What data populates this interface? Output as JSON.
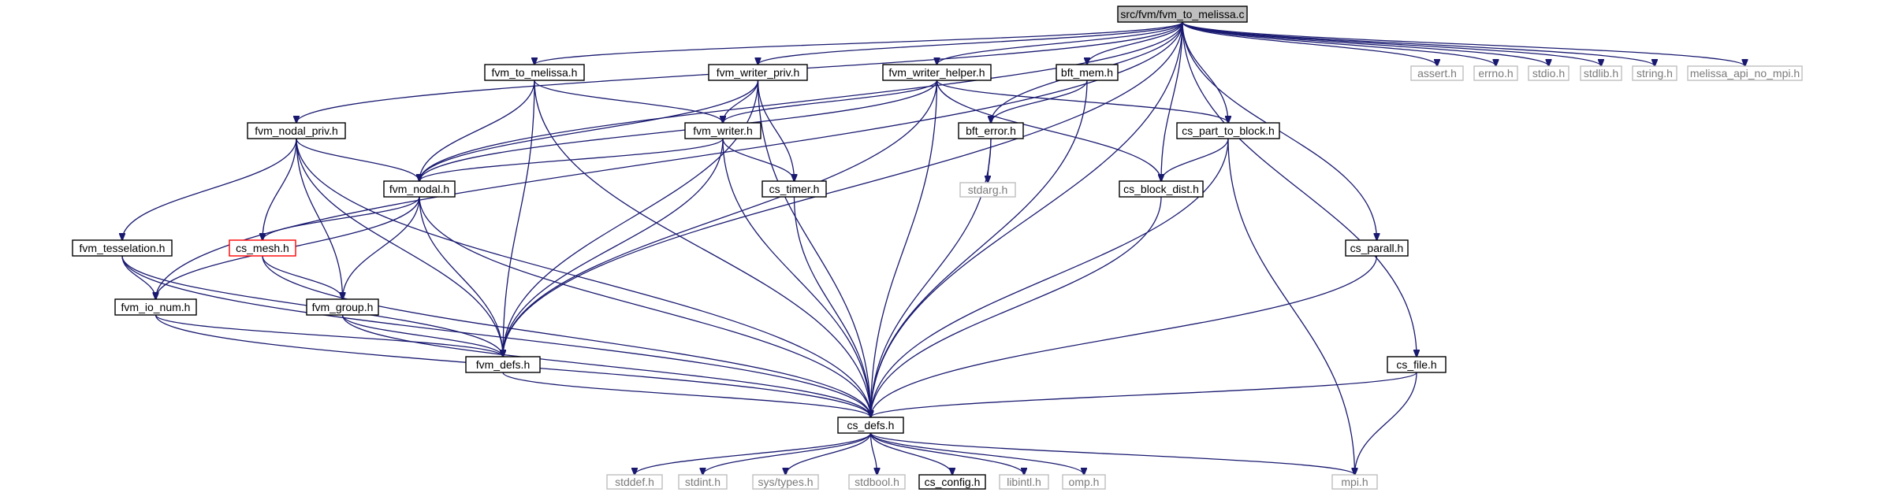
{
  "graph": {
    "nodes": [
      {
        "id": "root",
        "label": "src/fvm/fvm_to_melissa.c",
        "kind": "root"
      },
      {
        "id": "to_melissa",
        "label": "fvm_to_melissa.h",
        "kind": "doc"
      },
      {
        "id": "writer_priv",
        "label": "fvm_writer_priv.h",
        "kind": "doc"
      },
      {
        "id": "writer_helper",
        "label": "fvm_writer_helper.h",
        "kind": "doc"
      },
      {
        "id": "bft_mem",
        "label": "bft_mem.h",
        "kind": "doc"
      },
      {
        "id": "assert",
        "label": "assert.h",
        "kind": "ext"
      },
      {
        "id": "errno",
        "label": "errno.h",
        "kind": "ext"
      },
      {
        "id": "stdio",
        "label": "stdio.h",
        "kind": "ext"
      },
      {
        "id": "stdlib",
        "label": "stdlib.h",
        "kind": "ext"
      },
      {
        "id": "string",
        "label": "string.h",
        "kind": "ext"
      },
      {
        "id": "melissa",
        "label": "melissa_api_no_mpi.h",
        "kind": "ext"
      },
      {
        "id": "nodal_priv",
        "label": "fvm_nodal_priv.h",
        "kind": "doc"
      },
      {
        "id": "writer",
        "label": "fvm_writer.h",
        "kind": "doc"
      },
      {
        "id": "bft_error",
        "label": "bft_error.h",
        "kind": "doc"
      },
      {
        "id": "part_to_block",
        "label": "cs_part_to_block.h",
        "kind": "doc"
      },
      {
        "id": "nodal",
        "label": "fvm_nodal.h",
        "kind": "doc"
      },
      {
        "id": "timer",
        "label": "cs_timer.h",
        "kind": "doc"
      },
      {
        "id": "stdarg",
        "label": "stdarg.h",
        "kind": "ext"
      },
      {
        "id": "block_dist",
        "label": "cs_block_dist.h",
        "kind": "doc"
      },
      {
        "id": "tesselation",
        "label": "fvm_tesselation.h",
        "kind": "doc"
      },
      {
        "id": "mesh",
        "label": "cs_mesh.h",
        "kind": "trunc"
      },
      {
        "id": "parall",
        "label": "cs_parall.h",
        "kind": "doc"
      },
      {
        "id": "io_num",
        "label": "fvm_io_num.h",
        "kind": "doc"
      },
      {
        "id": "group",
        "label": "fvm_group.h",
        "kind": "doc"
      },
      {
        "id": "defs",
        "label": "fvm_defs.h",
        "kind": "doc"
      },
      {
        "id": "file",
        "label": "cs_file.h",
        "kind": "doc"
      },
      {
        "id": "cs_defs",
        "label": "cs_defs.h",
        "kind": "doc"
      },
      {
        "id": "stddef",
        "label": "stddef.h",
        "kind": "ext"
      },
      {
        "id": "stdint",
        "label": "stdint.h",
        "kind": "ext"
      },
      {
        "id": "systypes",
        "label": "sys/types.h",
        "kind": "ext"
      },
      {
        "id": "stdbool",
        "label": "stdbool.h",
        "kind": "ext"
      },
      {
        "id": "config",
        "label": "cs_config.h",
        "kind": "doc"
      },
      {
        "id": "libintl",
        "label": "libintl.h",
        "kind": "ext"
      },
      {
        "id": "omp",
        "label": "omp.h",
        "kind": "ext"
      },
      {
        "id": "mpi",
        "label": "mpi.h",
        "kind": "ext"
      }
    ],
    "edges": [
      [
        "root",
        "to_melissa"
      ],
      [
        "root",
        "writer_priv"
      ],
      [
        "root",
        "writer_helper"
      ],
      [
        "root",
        "bft_mem"
      ],
      [
        "root",
        "assert"
      ],
      [
        "root",
        "errno"
      ],
      [
        "root",
        "stdio"
      ],
      [
        "root",
        "stdlib"
      ],
      [
        "root",
        "string"
      ],
      [
        "root",
        "melissa"
      ],
      [
        "root",
        "nodal_priv"
      ],
      [
        "root",
        "nodal"
      ],
      [
        "root",
        "io_num"
      ],
      [
        "root",
        "defs"
      ],
      [
        "root",
        "bft_error"
      ],
      [
        "root",
        "part_to_block"
      ],
      [
        "root",
        "block_dist"
      ],
      [
        "root",
        "parall"
      ],
      [
        "root",
        "file"
      ],
      [
        "root",
        "cs_defs"
      ],
      [
        "to_melissa",
        "nodal"
      ],
      [
        "to_melissa",
        "writer"
      ],
      [
        "to_melissa",
        "defs"
      ],
      [
        "to_melissa",
        "cs_defs"
      ],
      [
        "writer_priv",
        "writer"
      ],
      [
        "writer_priv",
        "nodal"
      ],
      [
        "writer_priv",
        "timer"
      ],
      [
        "writer_priv",
        "defs"
      ],
      [
        "writer_priv",
        "cs_defs"
      ],
      [
        "writer_helper",
        "writer"
      ],
      [
        "writer_helper",
        "nodal"
      ],
      [
        "writer_helper",
        "part_to_block"
      ],
      [
        "writer_helper",
        "block_dist"
      ],
      [
        "writer_helper",
        "defs"
      ],
      [
        "writer_helper",
        "cs_defs"
      ],
      [
        "bft_mem",
        "bft_error"
      ],
      [
        "bft_mem",
        "cs_defs"
      ],
      [
        "bft_error",
        "stdarg"
      ],
      [
        "bft_error",
        "cs_defs"
      ],
      [
        "part_to_block",
        "block_dist"
      ],
      [
        "part_to_block",
        "cs_defs"
      ],
      [
        "part_to_block",
        "mpi"
      ],
      [
        "block_dist",
        "cs_defs"
      ],
      [
        "nodal_priv",
        "nodal"
      ],
      [
        "nodal_priv",
        "tesselation"
      ],
      [
        "nodal_priv",
        "mesh"
      ],
      [
        "nodal_priv",
        "group"
      ],
      [
        "nodal_priv",
        "defs"
      ],
      [
        "nodal_priv",
        "cs_defs"
      ],
      [
        "writer",
        "nodal"
      ],
      [
        "writer",
        "timer"
      ],
      [
        "writer",
        "defs"
      ],
      [
        "writer",
        "cs_defs"
      ],
      [
        "timer",
        "cs_defs"
      ],
      [
        "nodal",
        "mesh"
      ],
      [
        "nodal",
        "io_num"
      ],
      [
        "nodal",
        "group"
      ],
      [
        "nodal",
        "defs"
      ],
      [
        "nodal",
        "cs_defs"
      ],
      [
        "tesselation",
        "io_num"
      ],
      [
        "tesselation",
        "defs"
      ],
      [
        "tesselation",
        "cs_defs"
      ],
      [
        "mesh",
        "group"
      ],
      [
        "mesh",
        "cs_defs"
      ],
      [
        "io_num",
        "defs"
      ],
      [
        "io_num",
        "cs_defs"
      ],
      [
        "group",
        "defs"
      ],
      [
        "group",
        "cs_defs"
      ],
      [
        "defs",
        "cs_defs"
      ],
      [
        "parall",
        "cs_defs"
      ],
      [
        "file",
        "cs_defs"
      ],
      [
        "file",
        "mpi"
      ],
      [
        "cs_defs",
        "stddef"
      ],
      [
        "cs_defs",
        "stdint"
      ],
      [
        "cs_defs",
        "systypes"
      ],
      [
        "cs_defs",
        "stdbool"
      ],
      [
        "cs_defs",
        "config"
      ],
      [
        "cs_defs",
        "libintl"
      ],
      [
        "cs_defs",
        "omp"
      ],
      [
        "cs_defs",
        "mpi"
      ]
    ]
  }
}
